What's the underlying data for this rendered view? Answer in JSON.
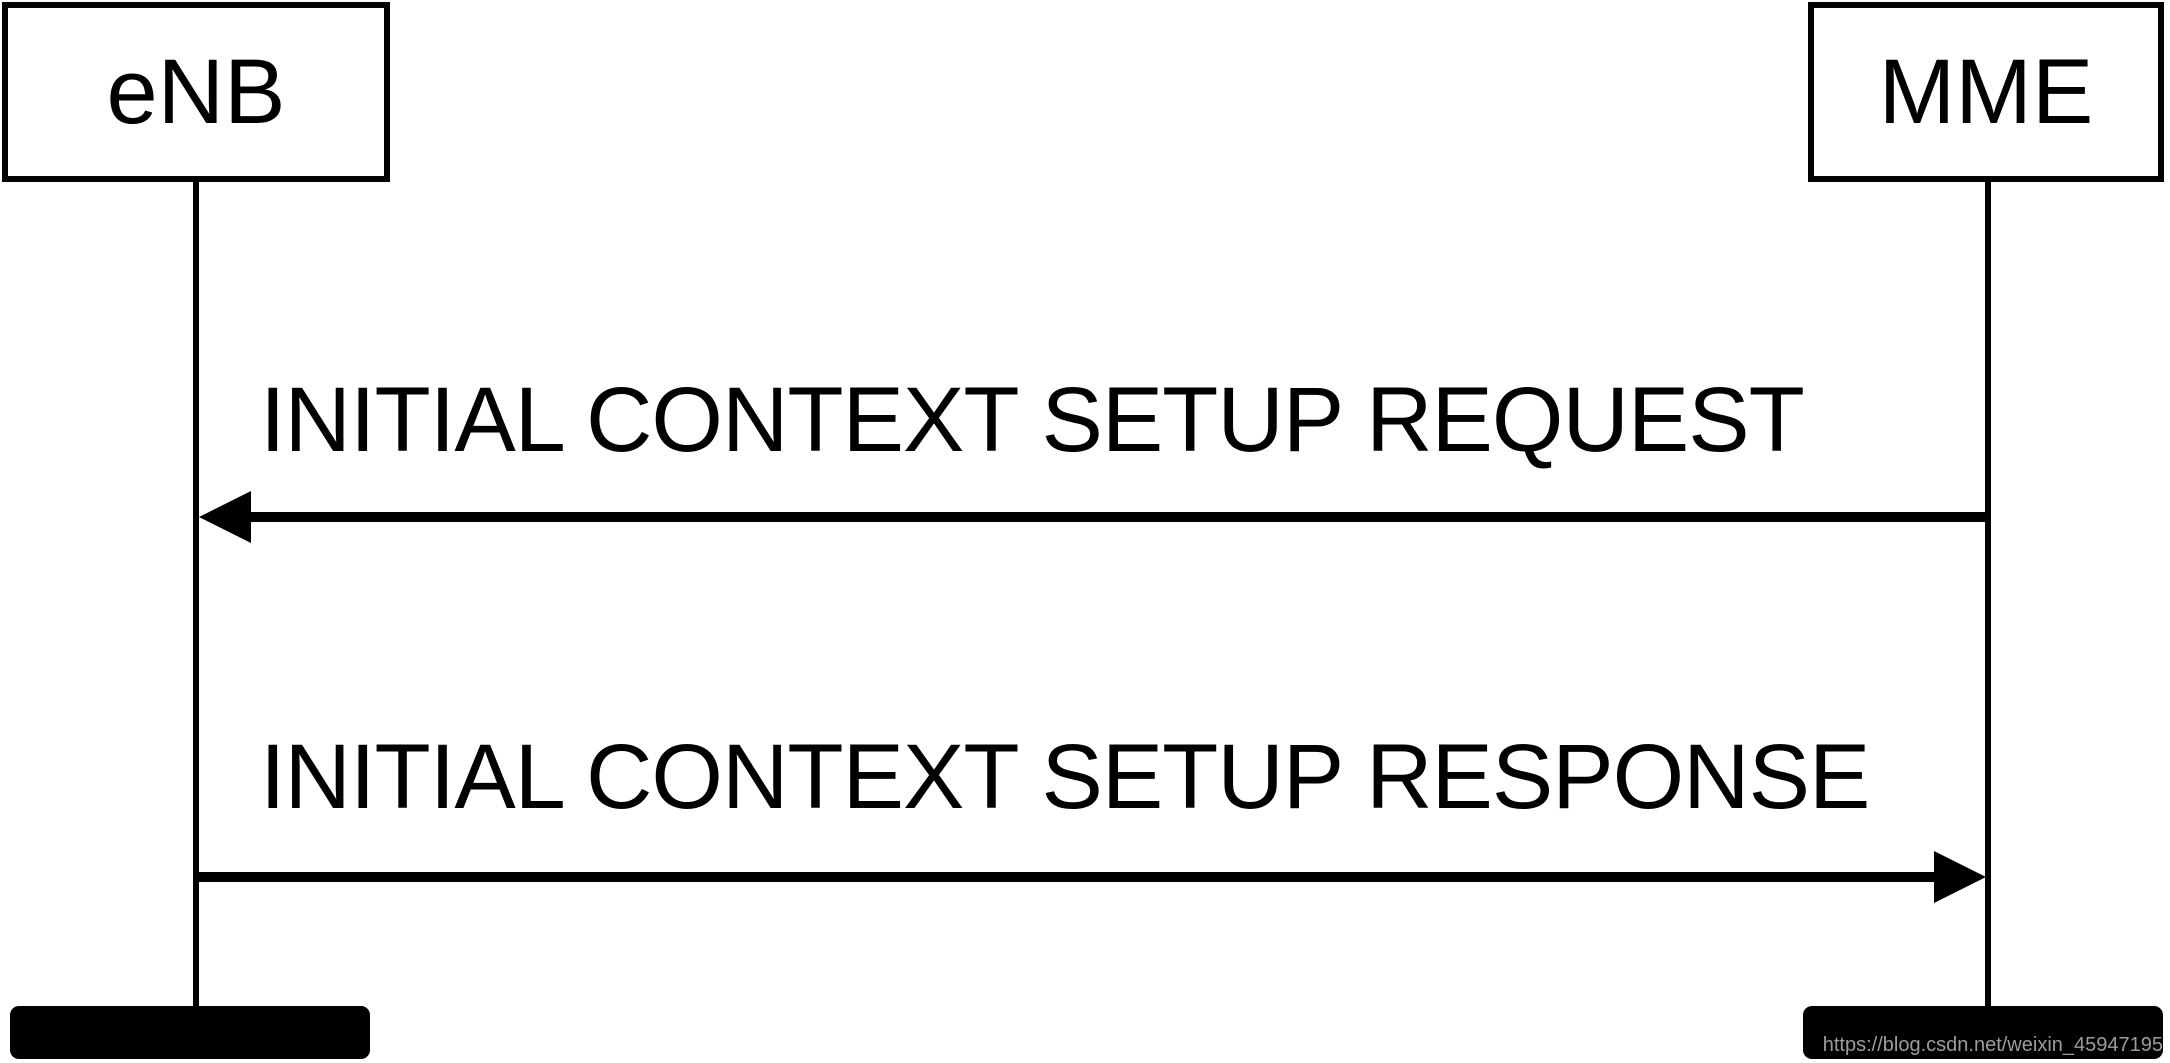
{
  "diagram": {
    "type": "sequence-diagram",
    "colors": {
      "background": "#ffffff",
      "line": "#000000",
      "watermark_text": "#9c9c9c"
    },
    "actors": [
      {
        "name": "eNB"
      },
      {
        "name": "MME"
      }
    ],
    "messages": [
      {
        "label": "INITIAL CONTEXT SETUP REQUEST",
        "from": "MME",
        "to": "eNB",
        "direction": "left"
      },
      {
        "label": "INITIAL CONTEXT SETUP RESPONSE",
        "from": "eNB",
        "to": "MME",
        "direction": "right"
      }
    ]
  },
  "watermark": {
    "text": "https://blog.csdn.net/weixin_45947195"
  }
}
